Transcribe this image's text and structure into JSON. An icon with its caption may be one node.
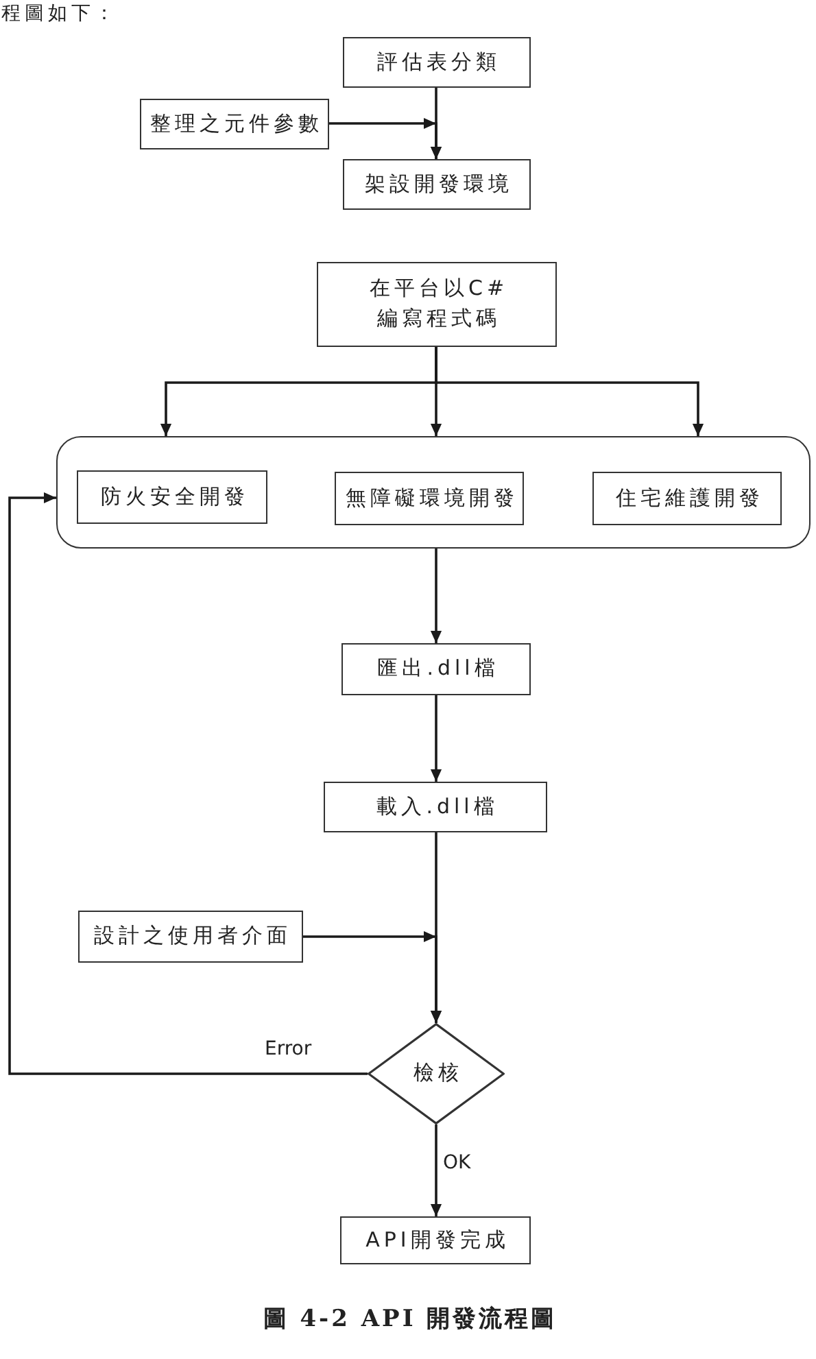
{
  "diagram": {
    "caption": "圖 4-2 API 開發流程圖",
    "nodes": [
      {
        "text": [
          "評估表分類"
        ]
      },
      {
        "text": [
          "整理之元件參數"
        ]
      },
      {
        "text": [
          "架設開發環境"
        ]
      },
      {
        "text": [
          "在平台以C#編寫程式碼"
        ]
      },
      {
        "text": [],
        "shape": "box"
      },
      {
        "text": [
          "防火安全開發"
        ],
        "in": 4
      },
      {
        "text": [
          "無障礙環境開發"
        ],
        "in": 4
      },
      {
        "text": [
          "住宅維護開發"
        ],
        "in": 4
      },
      {
        "text": [
          "匯出.dll檔"
        ]
      },
      {
        "text": [
          "載入.dll檔"
        ]
      },
      {
        "text": [
          "設計之使用者介面"
        ]
      },
      {
        "text": [
          "檢核"
        ]
      },
      {
        "text": [
          "API開發完成"
        ]
      }
    ],
    "edges": [
      {
        "from": 0,
        "to": 2,
        "arrow": "to"
      },
      {
        "from": 1,
        "to": 2,
        "arrow": "to"
      },
      {
        "from": 3,
        "to": 4,
        "arrow": "to"
      },
      {
        "from": 3,
        "to": 4,
        "arrow": "to"
      },
      {
        "from": 3,
        "to": 4,
        "arrow": "to"
      },
      {
        "from": 4,
        "to": 8,
        "arrow": "to"
      },
      {
        "from": 8,
        "to": 9,
        "arrow": "to"
      },
      {
        "from": 9,
        "to": 11,
        "arrow": "to"
      },
      {
        "from": 10,
        "to": 11,
        "arrow": "to"
      },
      {
        "from": 11,
        "to": 4,
        "arrow": "to",
        "label": "Error"
      },
      {
        "from": 11,
        "to": 12,
        "arrow": "to",
        "label": "OK"
      }
    ],
    "labels": [
      "程圖如下："
    ]
  }
}
